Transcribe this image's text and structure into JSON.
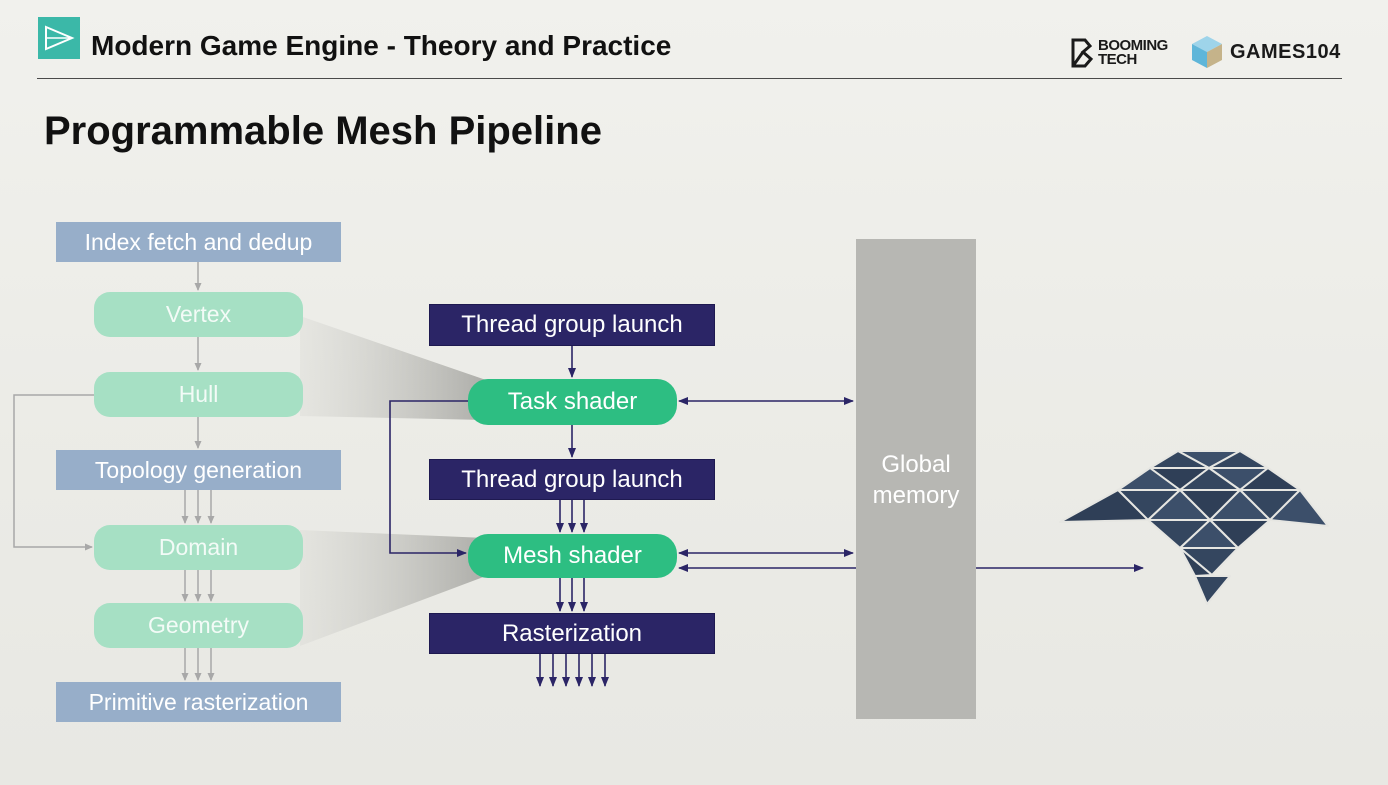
{
  "header": {
    "course_title": "Modern Game Engine - Theory and Practice",
    "brand_booming": [
      "BOOMING",
      "TECH"
    ],
    "brand_games": "GAMES104"
  },
  "slide": {
    "title": "Programmable Mesh Pipeline"
  },
  "traditional_pipeline": {
    "index_fetch": "Index fetch and dedup",
    "vertex": "Vertex",
    "hull": "Hull",
    "topology": "Topology generation",
    "domain": "Domain",
    "geometry": "Geometry",
    "primitive_raster": "Primitive rasterization"
  },
  "mesh_pipeline": {
    "thread_group_launch_1": "Thread group launch",
    "task_shader": "Task shader",
    "thread_group_launch_2": "Thread group launch",
    "mesh_shader": "Mesh shader",
    "rasterization": "Rasterization"
  },
  "global_memory": [
    "Global",
    "memory"
  ],
  "colors": {
    "navy": "#2b2566",
    "green": "#2dbe82",
    "faded_green": "#a6e0c4",
    "faded_blue": "#97aec9",
    "memory_gray": "#b7b7b3",
    "mesh_fill": "#34465f",
    "accent_teal": "#3bb8a8"
  }
}
